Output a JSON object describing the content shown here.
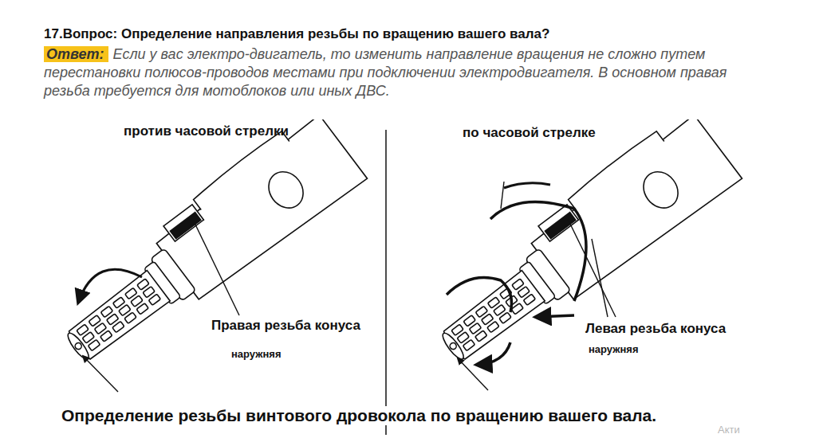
{
  "diagram": {
    "title": "17.Вопрос: Определение направления резьбы по вращению вашего вала?",
    "caption": "Определение резьбы винтового дровокола по вращению вашего вала.",
    "labels": [
      "Ответ:",
      "Если у вас электро-двигатель, то изменить направление вращения не сложно путем перестановки полюсов-проводов местами при подключении электродвигателя. В основном правая резьба требуется для мотоблоков или иных ДВС.",
      "против часовой стрелки",
      "по часовой стрелке",
      "Правая резьба конуса",
      "наружняя",
      "Левая резьба конуса",
      "наружняя",
      "Акти"
    ]
  }
}
